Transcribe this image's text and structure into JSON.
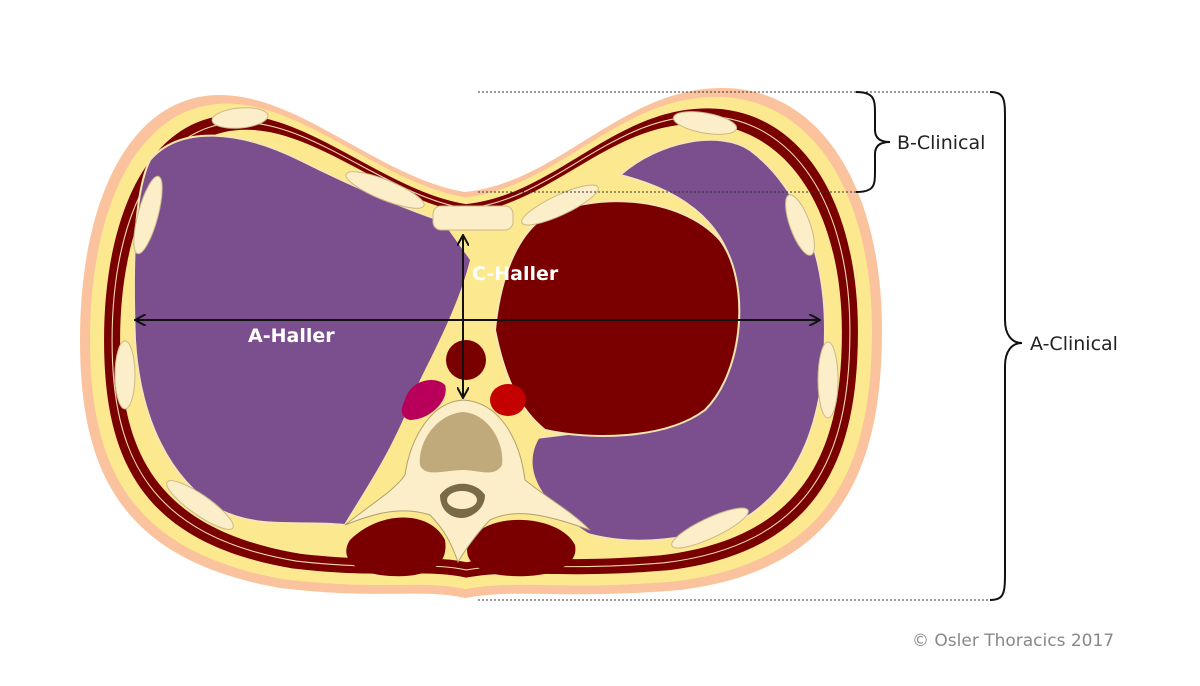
{
  "title": "Chest cross-section with Haller and clinical index measurements",
  "labels": {
    "b_clinical": "B-Clinical",
    "a_clinical": "A-Clinical",
    "c_haller": "C-Haller",
    "a_haller": "A-Haller"
  },
  "copyright": "© Osler Thoracics 2017",
  "colors": {
    "skin": "#fbc39d",
    "fat": "#fce98f",
    "muscle": "#7a0000",
    "lung": "#7b4f8e",
    "bone": "#fbeec8",
    "vertebral_body": "#c0a97a",
    "aorta_red": "#c40000",
    "vein_magenta": "#b8005a"
  }
}
